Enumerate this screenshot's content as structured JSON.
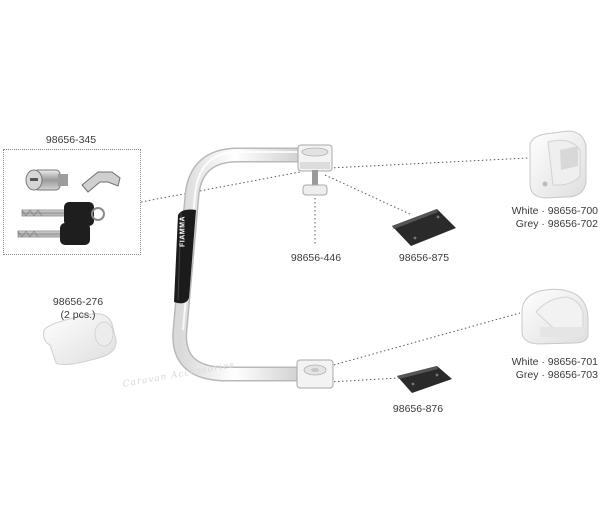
{
  "parts": {
    "lock_kit": {
      "code": "98656-345"
    },
    "end_cap": {
      "code": "98656-276",
      "note": "(2 pcs.)"
    },
    "knob": {
      "code": "98656-446"
    },
    "upper_plate": {
      "code": "98656-875"
    },
    "lower_plate": {
      "code": "98656-876"
    },
    "upper_bracket": {
      "white": "White · 98656-700",
      "grey": "Grey · 98656-702"
    },
    "lower_bracket": {
      "white": "White · 98656-701",
      "grey": "Grey · 98656-703"
    }
  },
  "brand": {
    "sleeve_text": "FIAMMA"
  },
  "watermark": {
    "text": "Caravan Accessories"
  },
  "colors": {
    "frame": "#f4f4f4",
    "frame_edge": "#b9b9b9",
    "sleeve": "#1b1b1b",
    "plate": "#2a2a2a",
    "leader": "#5a5a5a"
  }
}
